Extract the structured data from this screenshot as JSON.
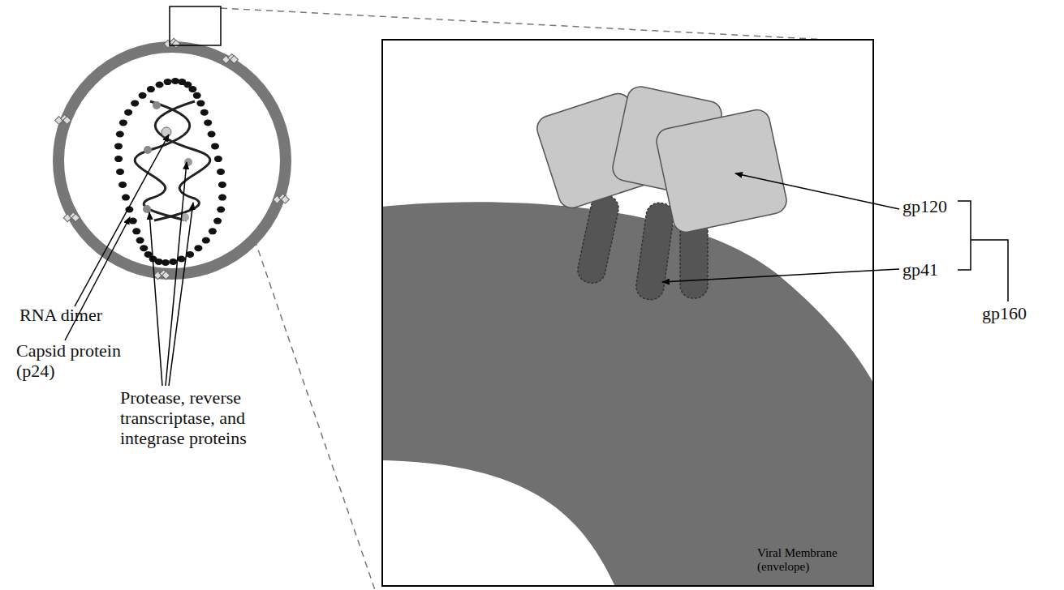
{
  "diagram": {
    "nodes": [
      {
        "text": [
          "Viral Membrane (envelope)"
        ]
      }
    ],
    "labels": [
      "gp120",
      "gp41",
      "gp160",
      "RNA dimer",
      "Capsid protein (p24)",
      "Protease, reverse transcriptase, and integrase proteins"
    ]
  }
}
